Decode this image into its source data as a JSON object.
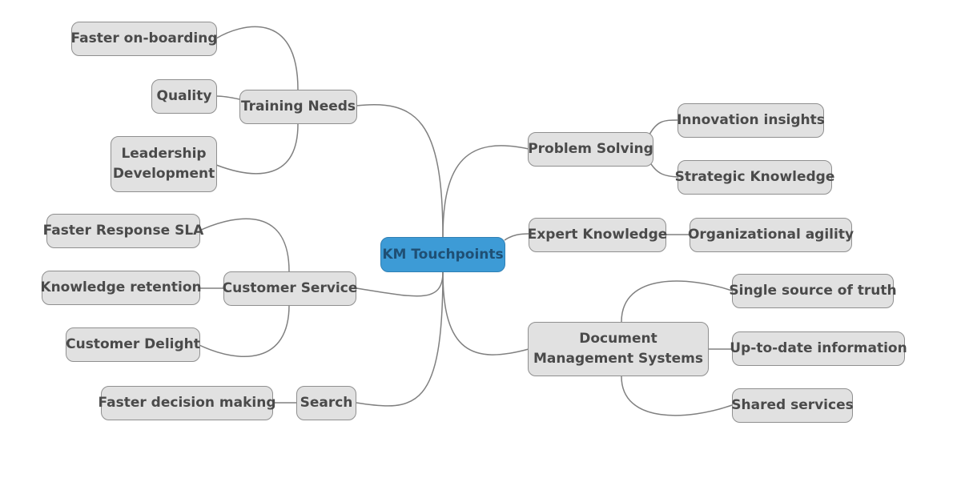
{
  "mindmap": {
    "root": "KM Touchpoints",
    "colors": {
      "root_fill": "#3d9bd6",
      "node_fill": "#e1e1e1",
      "text": "#4a4a4a",
      "line": "#808080"
    },
    "branches": {
      "training_needs": {
        "label": "Training Needs",
        "children": [
          "Faster on-boarding",
          "Quality",
          "Leadership Development"
        ]
      },
      "customer_service": {
        "label": "Customer Service",
        "children": [
          "Faster Response SLA",
          "Knowledge retention",
          "Customer Delight"
        ]
      },
      "search": {
        "label": "Search",
        "children": [
          "Faster decision making"
        ]
      },
      "problem_solving": {
        "label": "Problem Solving",
        "children": [
          "Innovation insights",
          "Strategic Knowledge"
        ]
      },
      "expert_knowledge": {
        "label": "Expert Knowledge",
        "children": [
          "Organizational agility"
        ]
      },
      "document_management": {
        "label": "Document Management Systems",
        "children": [
          "Single source of truth",
          "Up-to-date information",
          "Shared services"
        ]
      }
    }
  }
}
